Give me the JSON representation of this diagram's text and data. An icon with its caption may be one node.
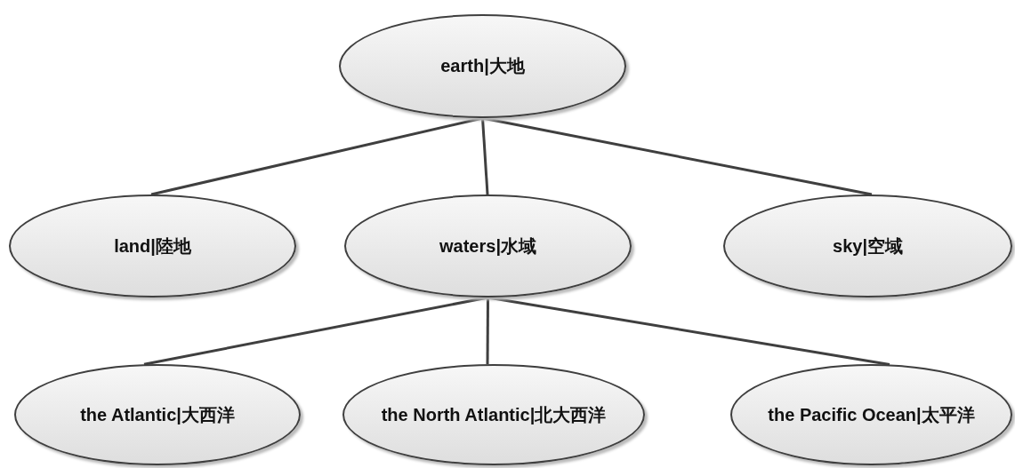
{
  "diagram": {
    "nodes": [
      {
        "text": [
          "earth|大地"
        ]
      },
      {
        "text": [
          "land|陸地"
        ]
      },
      {
        "text": [
          "waters|水域"
        ]
      },
      {
        "text": [
          "sky|空域"
        ]
      },
      {
        "text": [
          "the Atlantic|大西洋"
        ]
      },
      {
        "text": [
          "the North Atlantic|北大西洋"
        ]
      },
      {
        "text": [
          "the Pacific Ocean|太平洋"
        ]
      }
    ],
    "edges": [
      {
        "from": 0,
        "to": 1,
        "arrow": "none"
      },
      {
        "from": 0,
        "to": 2,
        "arrow": "none"
      },
      {
        "from": 0,
        "to": 3,
        "arrow": "none"
      },
      {
        "from": 2,
        "to": 4,
        "arrow": "none"
      },
      {
        "from": 2,
        "to": 5,
        "arrow": "none"
      },
      {
        "from": 2,
        "to": 6,
        "arrow": "none"
      }
    ]
  }
}
